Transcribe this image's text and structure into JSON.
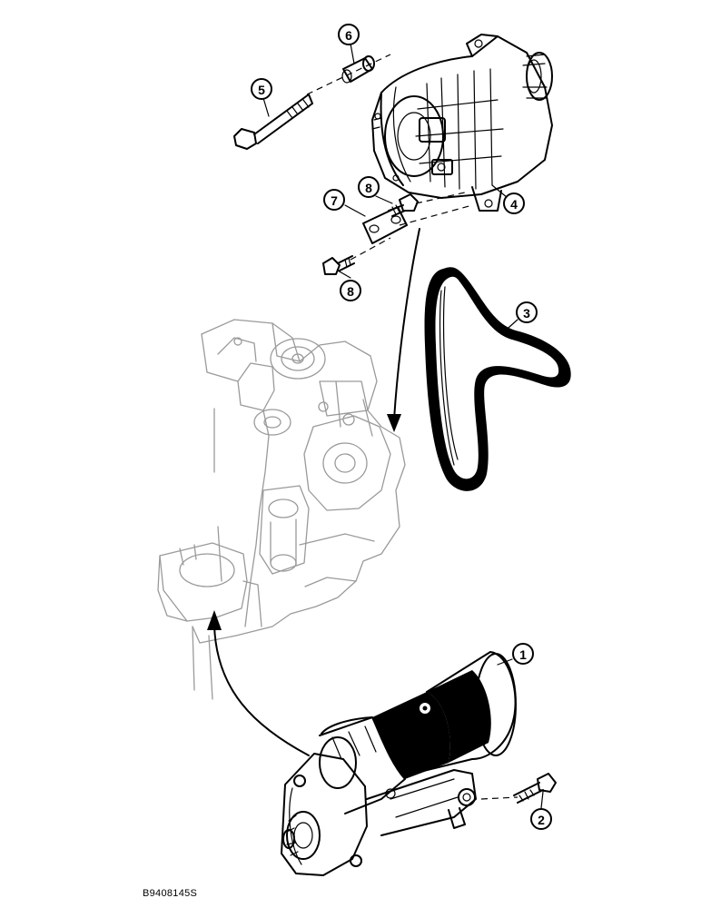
{
  "callouts": [
    {
      "id": "1",
      "part": "starter-motor"
    },
    {
      "id": "2",
      "part": "starter-bolt"
    },
    {
      "id": "3",
      "part": "drive-belt"
    },
    {
      "id": "4",
      "part": "alternator"
    },
    {
      "id": "5",
      "part": "alternator-pivot-bolt"
    },
    {
      "id": "6",
      "part": "spacer-bushing"
    },
    {
      "id": "7",
      "part": "link-plate"
    },
    {
      "id": "8",
      "part": "link-bolt"
    }
  ],
  "labels": {
    "c1": "1",
    "c2": "2",
    "c3": "3",
    "c4": "4",
    "c5": "5",
    "c6": "6",
    "c7": "7",
    "c8a": "8",
    "c8b": "8"
  },
  "figure_code": "B9408145S"
}
